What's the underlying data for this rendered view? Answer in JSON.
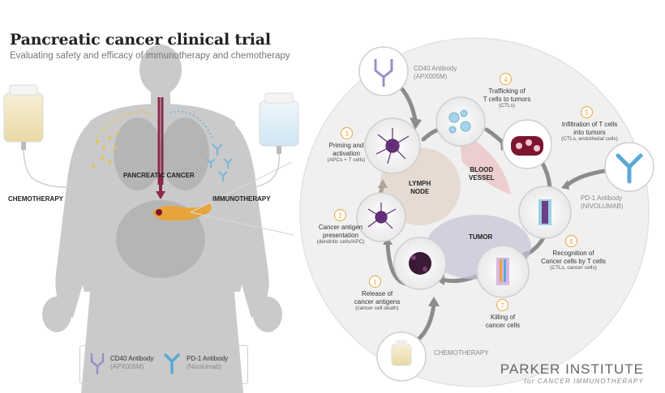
{
  "header": {
    "title": "Pancreatic cancer clinical trial",
    "subtitle": "Evaluating safety and efficacy of immunotherapy and chemotherapy"
  },
  "body_labels": {
    "chemotherapy": "CHEMOTHERAPY",
    "immunotherapy": "IMMUNOTHERAPY",
    "pancreatic_cancer": "PANCREATIC CANCER"
  },
  "cycle": {
    "cd40": {
      "line1": "CD40 Antibody",
      "line2": "(APX005M)"
    },
    "pd1": {
      "line1": "PD-1 Antibody",
      "line2": "(NIVOLUMAB)"
    },
    "chemotherapy": "CHEMOTHERAPY",
    "lymph_node": {
      "line1": "LYMPH",
      "line2": "NODE"
    },
    "blood_vessel": {
      "line1": "BLOOD",
      "line2": "VESSEL"
    },
    "tumor": "TUMOR",
    "steps": [
      {
        "num": "1",
        "line1": "Release of",
        "line2": "cancer antigens",
        "sub": "(cancer cell death)"
      },
      {
        "num": "2",
        "line1": "Cancer antigen",
        "line2": "presentation",
        "sub": "(dendritic cells/APC)"
      },
      {
        "num": "3",
        "line1": "Priming and",
        "line2": "activation",
        "sub": "(APCs + T cells)"
      },
      {
        "num": "4",
        "line1": "Trafficking of",
        "line2": "T cells to tumors",
        "sub": "(CTLs)"
      },
      {
        "num": "5",
        "line1": "Infiltration of T cells",
        "line2": "into tumors",
        "sub": "(CTLs, endothelial cells)"
      },
      {
        "num": "6",
        "line1": "Recognition of",
        "line2": "Cancer cells by T cells",
        "sub": "(CTLs, cancer cells)"
      },
      {
        "num": "7",
        "line1": "Killing of",
        "line2": "cancer cells",
        "sub": ""
      }
    ]
  },
  "legend": {
    "cd40": {
      "name": "CD40 Antibody",
      "code": "(APX005M)"
    },
    "pd1": {
      "name": "PD-1 Antibody",
      "code": "(Nivolumab)"
    }
  },
  "brand": {
    "name": "PARKER INSTITUTE",
    "tagline": "for CANCER IMMUNOTHERAPY"
  },
  "colors": {
    "accent": "#e8a43a",
    "pd1": "#5aa9d6",
    "cd40": "#9a8fc7",
    "body": "#c9c9c9",
    "pancreas": "#e8a43a",
    "tumor": "#7b1530"
  }
}
